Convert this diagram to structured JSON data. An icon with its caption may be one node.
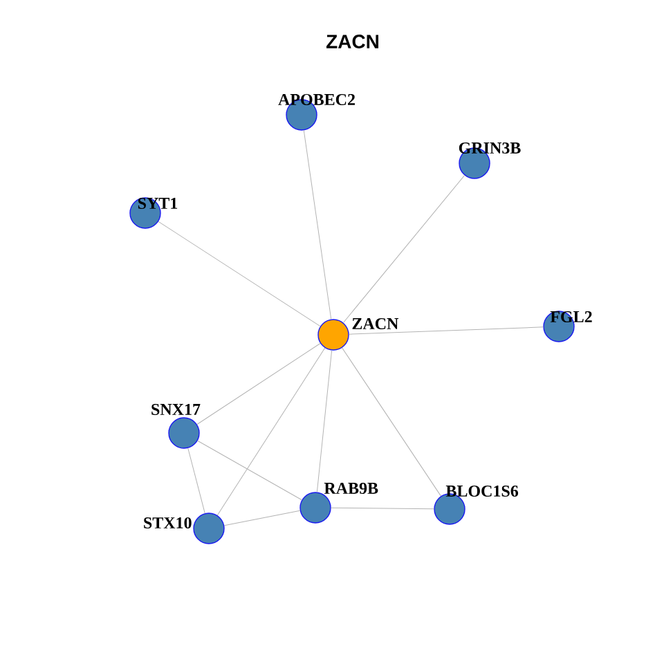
{
  "diagram": {
    "title": "ZACN",
    "nodes": [
      {
        "text": [
          "APOBEC2"
        ]
      },
      {
        "text": [
          "GRIN3B"
        ]
      },
      {
        "text": [
          "SYT1"
        ]
      },
      {
        "text": [
          "FGL2"
        ]
      },
      {
        "text": [
          "ZACN"
        ]
      },
      {
        "text": [
          "SNX17"
        ]
      },
      {
        "text": [
          "RAB9B"
        ]
      },
      {
        "text": [
          "BLOC1S6"
        ]
      },
      {
        "text": [
          "STX10"
        ]
      }
    ],
    "edges": [
      {
        "from": 4,
        "to": 0,
        "arrow": "none"
      },
      {
        "from": 4,
        "to": 1,
        "arrow": "none"
      },
      {
        "from": 4,
        "to": 2,
        "arrow": "none"
      },
      {
        "from": 4,
        "to": 3,
        "arrow": "none"
      },
      {
        "from": 4,
        "to": 5,
        "arrow": "none"
      },
      {
        "from": 4,
        "to": 6,
        "arrow": "none"
      },
      {
        "from": 4,
        "to": 7,
        "arrow": "none"
      },
      {
        "from": 4,
        "to": 8,
        "arrow": "none"
      },
      {
        "from": 5,
        "to": 6,
        "arrow": "none"
      },
      {
        "from": 5,
        "to": 8,
        "arrow": "none"
      },
      {
        "from": 8,
        "to": 6,
        "arrow": "none"
      },
      {
        "from": 6,
        "to": 7,
        "arrow": "none"
      }
    ]
  }
}
